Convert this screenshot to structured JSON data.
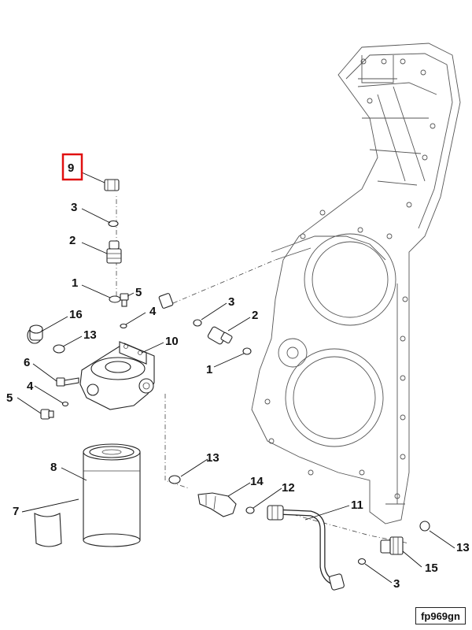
{
  "diagram": {
    "reference_code": "fp969gn",
    "highlighted_callout": "9",
    "highlight_color": "#e01010",
    "callouts": [
      {
        "id": "c9",
        "label": "9"
      },
      {
        "id": "c3a",
        "label": "3"
      },
      {
        "id": "c2a",
        "label": "2"
      },
      {
        "id": "c1a",
        "label": "1"
      },
      {
        "id": "c5a",
        "label": "5"
      },
      {
        "id": "c4a",
        "label": "4"
      },
      {
        "id": "c3b",
        "label": "3"
      },
      {
        "id": "c2b",
        "label": "2"
      },
      {
        "id": "c16",
        "label": "16"
      },
      {
        "id": "c13a",
        "label": "13"
      },
      {
        "id": "c1b",
        "label": "1"
      },
      {
        "id": "c10",
        "label": "10"
      },
      {
        "id": "c6",
        "label": "6"
      },
      {
        "id": "c4b",
        "label": "4"
      },
      {
        "id": "c5b",
        "label": "5"
      },
      {
        "id": "c8",
        "label": "8"
      },
      {
        "id": "c7",
        "label": "7"
      },
      {
        "id": "c13b",
        "label": "13"
      },
      {
        "id": "c14",
        "label": "14"
      },
      {
        "id": "c12",
        "label": "12"
      },
      {
        "id": "c11",
        "label": "11"
      },
      {
        "id": "c13c",
        "label": "13"
      },
      {
        "id": "c15",
        "label": "15"
      },
      {
        "id": "c3c",
        "label": "3"
      }
    ]
  }
}
